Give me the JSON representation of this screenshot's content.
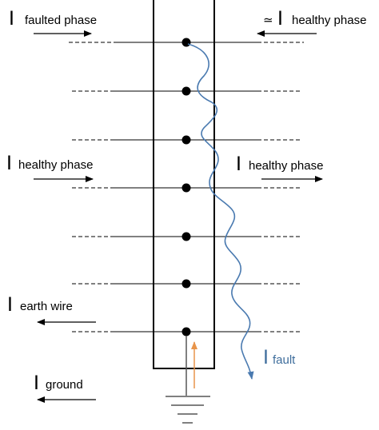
{
  "labels": {
    "faulted_phase": {
      "symbol": "I",
      "text": "faulted phase"
    },
    "healthy_phase_right_top": {
      "prefix": "≃",
      "symbol": "I",
      "text": "healthy phase"
    },
    "healthy_phase_left": {
      "symbol": "I",
      "text": "healthy phase"
    },
    "healthy_phase_right": {
      "symbol": "I",
      "text": "healthy phase"
    },
    "earth_wire": {
      "symbol": "I",
      "text": "earth wire"
    },
    "fault": {
      "symbol": "I",
      "text": "fault"
    },
    "ground": {
      "symbol": "I",
      "text": "ground"
    }
  },
  "colors": {
    "line": "#000000",
    "fault_current": "#4a7ab0",
    "fault_label": "#3e6d9c",
    "ground_current_arrow": "#e8944a",
    "ground_lead": "#555555"
  },
  "icons": {
    "ground": "ground-symbol-icon",
    "junction": "junction-dot-icon"
  }
}
